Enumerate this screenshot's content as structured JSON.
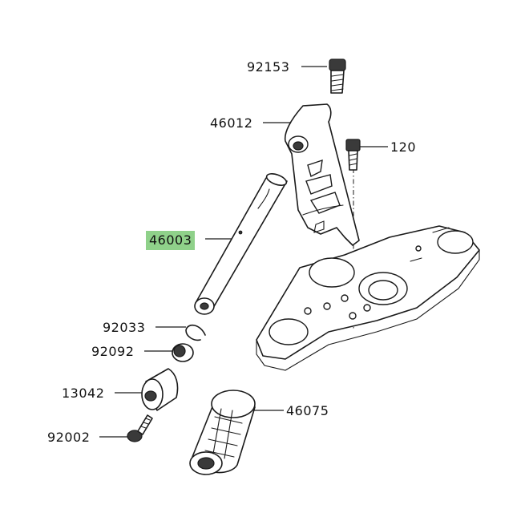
{
  "callouts": [
    {
      "id": "c92153",
      "label": "92153"
    },
    {
      "id": "c46012",
      "label": "46012"
    },
    {
      "id": "c120",
      "label": "120"
    },
    {
      "id": "c46003",
      "label": "46003",
      "highlighted": true
    },
    {
      "id": "c92033",
      "label": "92033"
    },
    {
      "id": "c92092",
      "label": "92092"
    },
    {
      "id": "c13042",
      "label": "13042"
    },
    {
      "id": "c46075",
      "label": "46075"
    },
    {
      "id": "c92002",
      "label": "92002"
    }
  ],
  "colors": {
    "highlight": "#8fd18a",
    "line": "#1a1a1a"
  }
}
